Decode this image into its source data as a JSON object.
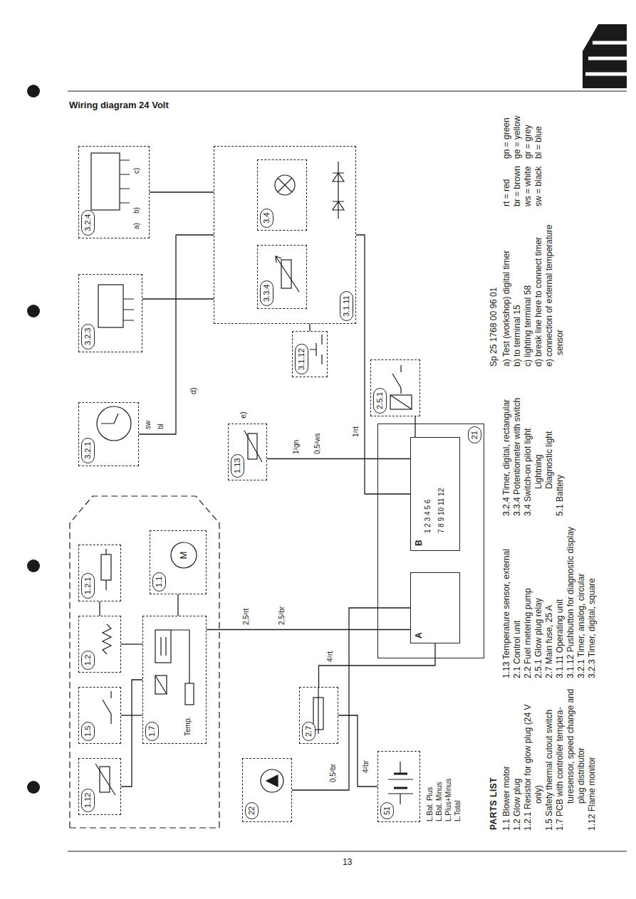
{
  "diagram": {
    "title": "Wiring diagram 24 Volt",
    "nodes": [
      {
        "text": [
          "1.12"
        ]
      },
      {
        "text": [
          "1.5"
        ]
      },
      {
        "text": [
          "1.2"
        ]
      },
      {
        "text": [
          "1.2.1"
        ]
      },
      {
        "text": [
          "1.7"
        ]
      },
      {
        "text": [
          "1.1"
        ]
      },
      {
        "text": [
          "22"
        ]
      },
      {
        "text": [
          "2.7"
        ]
      },
      {
        "text": [
          "51"
        ]
      },
      {
        "text": [
          "21"
        ]
      },
      {
        "text": [
          "A"
        ],
        "in": 9
      },
      {
        "text": [
          "B"
        ],
        "in": 9
      },
      {
        "text": [
          "1.13"
        ]
      },
      {
        "text": [
          "2.5.1"
        ]
      },
      {
        "text": [
          "3.1.12"
        ]
      },
      {
        "text": [
          "3.1.11"
        ]
      },
      {
        "text": [
          "3.3.4"
        ],
        "in": 15
      },
      {
        "text": [
          "3.4"
        ],
        "in": 15
      },
      {
        "text": [
          "3.2.1"
        ]
      },
      {
        "text": [
          "3.2.3"
        ]
      },
      {
        "text": [
          "3.2.4"
        ]
      }
    ],
    "edges": [
      {
        "from": 0,
        "to": 4,
        "arrow": "none"
      },
      {
        "from": 1,
        "to": 4,
        "arrow": "none"
      },
      {
        "from": 2,
        "to": 4,
        "arrow": "none"
      },
      {
        "from": 3,
        "to": 2,
        "arrow": "none"
      },
      {
        "from": 5,
        "to": 4,
        "arrow": "none"
      },
      {
        "from": 4,
        "to": 10,
        "arrow": "none"
      },
      {
        "from": 6,
        "to": 10,
        "arrow": "none"
      },
      {
        "from": 8,
        "to": 7,
        "arrow": "none"
      },
      {
        "from": 7,
        "to": 10,
        "arrow": "none"
      },
      {
        "from": 12,
        "to": 11,
        "arrow": "none"
      },
      {
        "from": 13,
        "to": 11,
        "arrow": "none"
      },
      {
        "from": 15,
        "to": 11,
        "arrow": "none"
      },
      {
        "from": 14,
        "to": 15,
        "arrow": "none"
      },
      {
        "from": 18,
        "to": 15,
        "arrow": "none"
      },
      {
        "from": 19,
        "to": 15,
        "arrow": "none"
      },
      {
        "from": 20,
        "to": 15,
        "arrow": "none"
      }
    ],
    "labels": [
      "M",
      "Temp.",
      "2,5²rt",
      "2,5²br",
      "0,5²br",
      "4²br",
      "4²rt",
      "L.Bat. Plus",
      "L.Bat. Minus",
      "L.Plus+Minus",
      "L.Total",
      "1 2 3 4 5 6",
      "7 8 9 10 11 12",
      "1²gn",
      "0,5²ws",
      "1²rt",
      "e)",
      "d)",
      "sw",
      "bl",
      "a)",
      "b)",
      "c)",
      "PARTS LIST",
      "1.1 Blower motor",
      "1.2 Glow plug",
      "1.2.1 Resistor for glow plug (24 V only)",
      "1.5 Safety thermal cutout switch",
      "1.7 PCB with controller tempera- turesensor, speed change and plug distributor",
      "1.12 Flame monitor",
      "1.13 Temperature sensor, external",
      "2.1 Control unit",
      "2.2 Fuel metering pump",
      "2.5.1 Glow plug relay",
      "2.7 Main fuse, 25 A",
      "3.1.11 Operating unit",
      "3.1.12 Pushbutton for diagnostic display",
      "3.2.1 Timer, analog, circular",
      "3.2.3 Timer, digital, square",
      "3.2.4 Timer, digital, rectangular",
      "3.3.4 Potentiometer with switch",
      "3.4 Switch-on pilot light",
      "Lightning",
      "Diagnostic light",
      "5.1 Battery",
      "Sp 25 1768 00 96 01",
      "a) Test (workshop) digital timer",
      "b) to terminal 15",
      "c) lighting terminal 58",
      "d) break line here to connect timer",
      "e) connection of external temperature sensor",
      "rt = red",
      "br = brown",
      "ws = white",
      "sw = black",
      "gn = green",
      "ge = yellow",
      "gr = grey",
      "bl = blue",
      "13"
    ]
  }
}
